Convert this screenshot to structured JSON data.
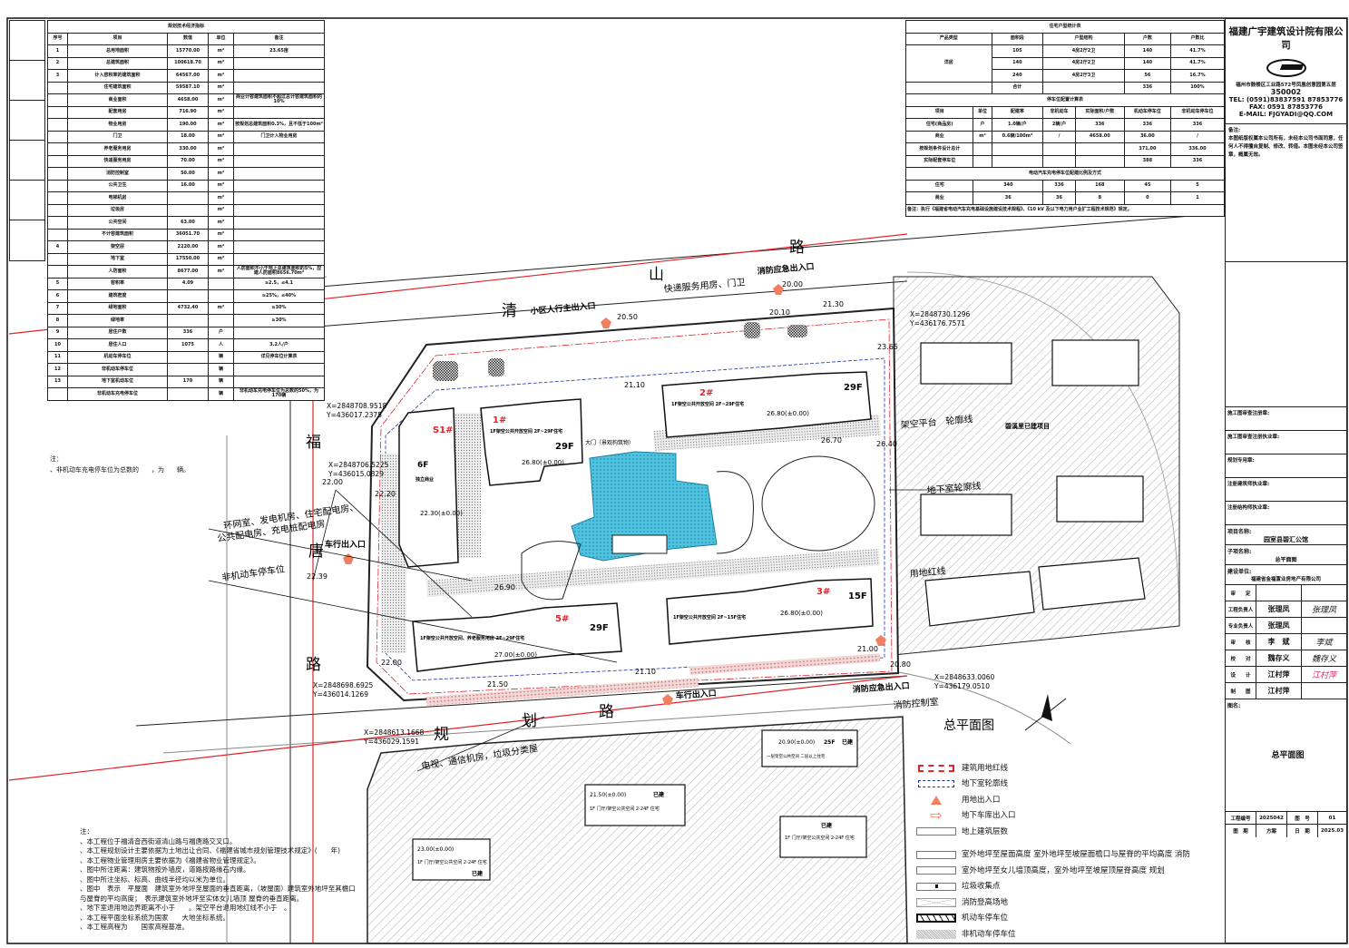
{
  "company": {
    "name": "福建广宇建筑设计院有限公司",
    "address": "福州市鼓楼区工业路572号凤凰创意园第五层",
    "postcode": "350002",
    "tel": "TEL: (0591)83837591  87853776",
    "fax": "FAX:  0591  87853776",
    "email": "E-MAIL: FJGYADI@QQ.COM",
    "remark_title": "备注:",
    "remark": "本图纸版权属本公司所有，未经本公司书面同意，任何人不得擅自复制、修改、转借。本图未经本公司签章，概属无效。"
  },
  "titleblock": {
    "project_label": "项目名称:",
    "project": "园室县碧汇公馆",
    "sub_label": "子项名称:",
    "sub": "总平面图",
    "client_label": "建设单位:",
    "client": "福建省金福置业房地产有限公司",
    "roles": [
      {
        "role": "审　　定",
        "name": "",
        "sign": ""
      },
      {
        "role": "工程负责人",
        "name": "张理凤",
        "sign": "张理凤"
      },
      {
        "role": "专业负责人",
        "name": "张理凤",
        "sign": ""
      },
      {
        "role": "审　　核",
        "name": "李　斌",
        "sign": "李斌"
      },
      {
        "role": "校　　对",
        "name": "魏存义",
        "sign": "魏存义"
      },
      {
        "role": "设　　计",
        "name": "江村萍",
        "sign": "江村萍"
      },
      {
        "role": "制　　图",
        "name": "江村萍",
        "sign": ""
      }
    ],
    "drawing_label": "图名:",
    "drawing": "总平面图",
    "job_no_label": "工程编号",
    "job_no": "2025042",
    "sheet_label": "图　号",
    "sheet": "01",
    "stage_label": "图　期",
    "stage": "方案",
    "date_label": "日　期",
    "date": "2025.03",
    "stamp_labels": [
      "施工图审查注册章:",
      "施工图审查注册执业章:",
      "规划专用章:",
      "注册建筑师执业章:",
      "注册结构师执业章:"
    ]
  },
  "left_table": {
    "title": "规划技术经济指标",
    "headers": [
      "序号",
      "项目",
      "数值",
      "单位",
      "备注"
    ],
    "rows": [
      [
        "1",
        "总用地面积",
        "15770.00",
        "m²",
        "23.65亩"
      ],
      [
        "2",
        "总建筑面积",
        "100618.70",
        "m²",
        ""
      ],
      [
        "3",
        "计入容积率的建筑面积",
        "64567.00",
        "m²",
        ""
      ],
      [
        "",
        "住宅建筑面积",
        "59587.10",
        "m²",
        ""
      ],
      [
        "",
        "商业面积",
        "4658.00",
        "m²",
        "商业计容建筑面积不超过总计容建筑面积的10%"
      ],
      [
        "",
        "配套用房",
        "716.90",
        "m²",
        ""
      ],
      [
        "",
        "物业用房",
        "190.00",
        "m²",
        "按规划总建筑面积0.3%，且不低于100m²"
      ],
      [
        "",
        "门卫",
        "18.00",
        "m²",
        "门卫计入物业用房"
      ],
      [
        "",
        "养老服务用房",
        "330.00",
        "m²",
        ""
      ],
      [
        "",
        "快递服务用房",
        "70.00",
        "m²",
        ""
      ],
      [
        "",
        "消防控制室",
        "50.00",
        "m²",
        ""
      ],
      [
        "",
        "公共卫生",
        "16.00",
        "m²",
        ""
      ],
      [
        "",
        "电梯机房",
        "",
        "m²",
        ""
      ],
      [
        "",
        "垃圾房",
        "",
        "m²",
        ""
      ],
      [
        "",
        "公共空间",
        "63.00",
        "m²",
        ""
      ],
      [
        "",
        "不计容建筑面积",
        "36051.70",
        "m²",
        ""
      ],
      [
        "4",
        "架空层",
        "2220.00",
        "m²",
        ""
      ],
      [
        "",
        "地下室",
        "17550.00",
        "m²",
        ""
      ],
      [
        "",
        "人防面积",
        "8677.00",
        "m²",
        "人防面积不小于地上总建筑面积的5%，应建人防面积8656.70m²"
      ],
      [
        "5",
        "容积率",
        "4.09",
        "",
        "≥2.5，≤4.1"
      ],
      [
        "6",
        "建筑密度",
        "",
        "",
        "≥25%，≤40%"
      ],
      [
        "7",
        "绿地面积",
        "4732.40",
        "m²",
        "≥30%"
      ],
      [
        "8",
        "绿地率",
        "",
        "",
        "≥30%"
      ],
      [
        "9",
        "居住户数",
        "336",
        "户",
        ""
      ],
      [
        "10",
        "居住人口",
        "1075",
        "人",
        "3.2人/户"
      ],
      [
        "11",
        "机动车停车位",
        "",
        "辆",
        "详见停车位计算表"
      ],
      [
        "12",
        "非机动车停车位",
        "",
        "辆",
        ""
      ],
      [
        "13",
        "地下室机动车位",
        "170",
        "辆",
        ""
      ],
      [
        "",
        "非机动车充电停车位",
        "",
        "辆",
        "非机动车充电停车位为总数的50%，为170辆"
      ]
    ]
  },
  "right_table": {
    "title": "住宅户型统计表",
    "headers": [
      "产品类型",
      "面积段",
      "户型结构",
      "户数",
      "户数比"
    ],
    "product_type": "洋房",
    "rows": [
      [
        "105",
        "4房2厅2卫",
        "140",
        "41.7%"
      ],
      [
        "140",
        "4房2厅2卫",
        "140",
        "41.7%"
      ],
      [
        "240",
        "4房2厅3卫",
        "56",
        "16.7%"
      ]
    ],
    "total": [
      "合计",
      "",
      "336",
      "100%"
    ],
    "parking_title": "停车位配置计算表",
    "parking_headers": [
      "项目",
      "单位",
      "配建率",
      "非机动车",
      "实际面积/户数",
      "机动车停车位",
      "非机动车停车位"
    ],
    "parking_rows": [
      [
        "住宅(商品房)",
        "户",
        "1.0辆/户",
        "2辆/户",
        "336",
        "336",
        "336"
      ],
      [
        "商业",
        "m²",
        "0.6辆/100m²",
        "/",
        "4658.00",
        "36.00",
        "/"
      ],
      [
        "按规划条件设计总计",
        "",
        "",
        "",
        "",
        "371.00",
        "336.00"
      ],
      [
        "实际配套停车位",
        "",
        "",
        "",
        "",
        "388",
        "336"
      ]
    ],
    "ev_title": "电动汽车充电停车位配建比例及方式",
    "ev_rows": [
      [
        "住宅",
        "340",
        "336",
        "168",
        "45",
        "5"
      ],
      [
        "商业",
        "36",
        "36",
        "8",
        "0",
        "1"
      ]
    ],
    "ev_note": "备注：执行《福建省电动汽车充电基础设施建设技术规程》、《10 kV 及以下电力用户业扩工程技术规范》规定。"
  },
  "plan": {
    "roads": {
      "north": [
        "清",
        "山",
        "路"
      ],
      "west": [
        "福",
        "唐",
        "路"
      ],
      "south": [
        "规",
        "划",
        "路"
      ]
    },
    "labels": {
      "ped_entrance": "小区人行主出入口",
      "express": "快递服务用房、门卫",
      "fire_entrance_n": "消防应急出入口",
      "substation_1": "环网室、发电机房、住宅配电房、",
      "substation_2": "公共配电房、充电桩配电房",
      "vehicle_entrance_w": "车行出入口",
      "bike_parking": "非机动车停车位",
      "vehicle_entrance_s": "车行出入口",
      "fire_entrance_s": "消防应急出入口",
      "fire_control": "消防控制室",
      "plan_title": "总平面图",
      "telecom": "电视、通信机房，垃圾分类屋",
      "podium": "架空平台　轮廓线",
      "basement": "地下室轮廓线",
      "redline": "用地红线",
      "gate": "大门（景观构筑物）",
      "existing_project": "碧溪里已建项目",
      "existing": "已建"
    },
    "buildings": [
      {
        "id": "S1#",
        "floors": "6F",
        "use": "独立商业",
        "elev": "22.30(±0.00)"
      },
      {
        "id": "1#",
        "floors": "29F",
        "use": "1F架空公共开放空间 2F~29F住宅",
        "elev": "26.80(±0.00)"
      },
      {
        "id": "2#",
        "floors": "29F",
        "use": "1F架空公共开放空间 2F~29F住宅",
        "elev": "26.80(±0.00)"
      },
      {
        "id": "3#",
        "floors": "15F",
        "use": "1F架空公共开放空间 2F~15F住宅",
        "elev": "26.80(±0.00)"
      },
      {
        "id": "5#",
        "floors": "29F",
        "use": "1F架空公共开放空间、养老服务用房 2F~29F住宅",
        "elev": "27.00(±0.00)"
      }
    ],
    "existing_buildings": [
      {
        "elev": "23.00(±0.00)",
        "use": "1F 门厅/架空公共空间 2-24F 住宅",
        "floors": "24F"
      },
      {
        "elev": "21.50(±0.00)",
        "use": "1F 门厅/架空公共空间 2-24F 住宅",
        "floors": "24F"
      },
      {
        "elev": "",
        "use": "1F 门厅/架空公共空间 2-24F 住宅",
        "floors": "24F"
      },
      {
        "elev": "20.90(±0.00)",
        "use": "一层架空公共空间 二层以上住宅",
        "floors": "25F"
      }
    ],
    "elevations": [
      "20.50",
      "20.00",
      "21.30",
      "21.10",
      "26.70",
      "26.40",
      "23.65",
      "22.00",
      "22.20",
      "22.39",
      "26.90",
      "21.50",
      "21.10",
      "21.00",
      "20.80",
      "22.00",
      "20.10"
    ],
    "coords": [
      "X=2848708.9518",
      "Y=436017.2375",
      "X=2848706.5225",
      "Y=436015.0829",
      "X=2848698.6925",
      "Y=436014.1269",
      "X=2848613.1668",
      "Y=436029.1591",
      "X=2848730.1296",
      "Y=436176.7571",
      "X=2848633.0060",
      "Y=436179.0510"
    ]
  },
  "legend": [
    {
      "icon": "redline-swatch",
      "label": "建筑用地红线"
    },
    {
      "icon": "basement-outline-swatch",
      "label": "地下室轮廓线"
    },
    {
      "icon": "site-entrance-icon",
      "label": "用地出入口"
    },
    {
      "icon": "garage-entrance-arrow-icon",
      "label": "地下车库出入口"
    },
    {
      "icon": "floors-box",
      "label": "地上建筑层数"
    },
    {
      "icon": "height-box",
      "label": "室外地坪至屋面高度  室外地坪至坡屋面檐口与屋脊的平均高度  消防"
    },
    {
      "icon": "height-box",
      "label": "室外地坪至女儿墙顶高度，室外地坪至坡屋顶屋脊高度  规划"
    },
    {
      "icon": "trash-point-icon",
      "label": "垃圾收集点"
    },
    {
      "icon": "fire-platform-swatch",
      "label": "消防登高场地"
    },
    {
      "icon": "car-parking-swatch",
      "label": "机动车停车位"
    },
    {
      "icon": "bike-parking-swatch",
      "label": "非机动车停车位"
    }
  ],
  "notes": {
    "top_title": "注：",
    "top_line": "、非机动车充电停车位为总数的　　，为　　辆。",
    "title": "注：",
    "lines": [
      "、本工程位于福清音西街道清山路与福唐路交叉口。",
      "、本工程规划设计主要依据为土地出让合同、《福建省城市规划管理技术规定》(　　年)",
      "、本工程物业管理用房主要依据为《福建省物业管理规定》。",
      "、图中所注距离：建筑物按外墙皮，道路按路缘石内缘。",
      "、图中所注坐标、标高、曲线半径均以米为单位。",
      "、图中　表示　平屋面　建筑室外地坪至屋面的垂直距离，（坡屋面）建筑室外地坪至其檐口与屋脊的平均高度；　表示建筑室外地坪至实体女儿墙顶 屋脊的垂直距离。",
      "、地下室退用地边界距离不小于　　。架空平台退用地红线不小于　。",
      "、本工程平面坐标系统为国家　　大地坐标系统。",
      "、本工程高程为　　国家高程基准。"
    ]
  },
  "colors": {
    "redline": "#e0242a",
    "courtyard": "#4fc3e0",
    "entrance": "#f08060",
    "signature": "#e0206a"
  }
}
